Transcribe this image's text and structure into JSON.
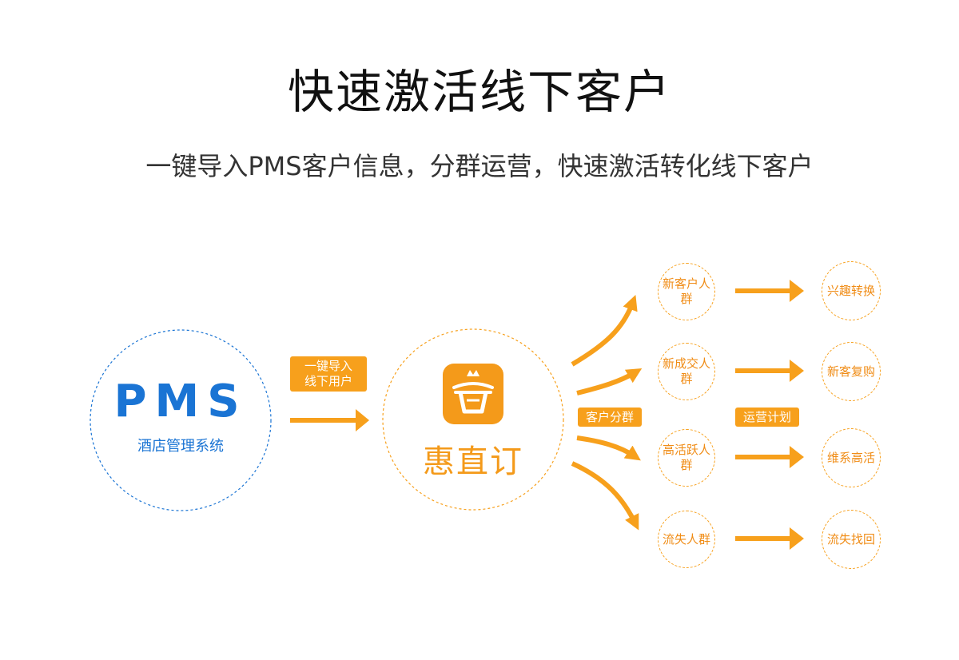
{
  "title": "快速激活线下客户",
  "subtitle": "一键导入PMS客户信息，分群运营，快速激活转化线下客户",
  "pms": {
    "name": "PMS",
    "description": "酒店管理系统"
  },
  "import_tag": {
    "line1": "一键导入",
    "line2": "线下用户"
  },
  "brand": {
    "name": "惠直订",
    "logo_icon": "basket-logo-icon"
  },
  "segment_tag": "客户分群",
  "plan_tag": "运营计划",
  "groups": [
    {
      "label": "新客户人群",
      "action": "兴趣转换"
    },
    {
      "label": "新成交人群",
      "action": "新客复购"
    },
    {
      "label": "高活跃人群",
      "action": "维系高活"
    },
    {
      "label": "流失人群",
      "action": "流失找回"
    }
  ],
  "colors": {
    "accent": "#f7a01c",
    "pms_blue": "#1a74d4",
    "text_dark": "#111111"
  }
}
